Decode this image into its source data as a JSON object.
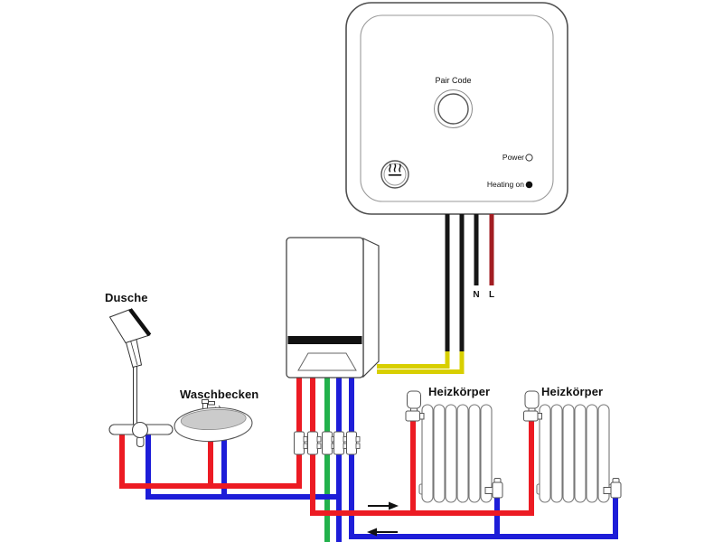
{
  "receiver": {
    "pair_button_label": "Pair Code",
    "power_label": "Power",
    "heating_on_label": "Heating on"
  },
  "wiring": {
    "neutral_label": "N",
    "live_label": "L"
  },
  "fixtures": {
    "shower_label": "Dusche",
    "sink_label": "Waschbecken",
    "radiator1_label": "Heizkörper",
    "radiator2_label": "Heizkörper"
  },
  "colors": {
    "hot_water": "#ec1b23",
    "cold_water": "#1d1dd8",
    "mains_water": "#22b14c",
    "signal_wire": "#d8cf00",
    "live_wire": "#a21d22",
    "neutral_wire": "#161616"
  }
}
